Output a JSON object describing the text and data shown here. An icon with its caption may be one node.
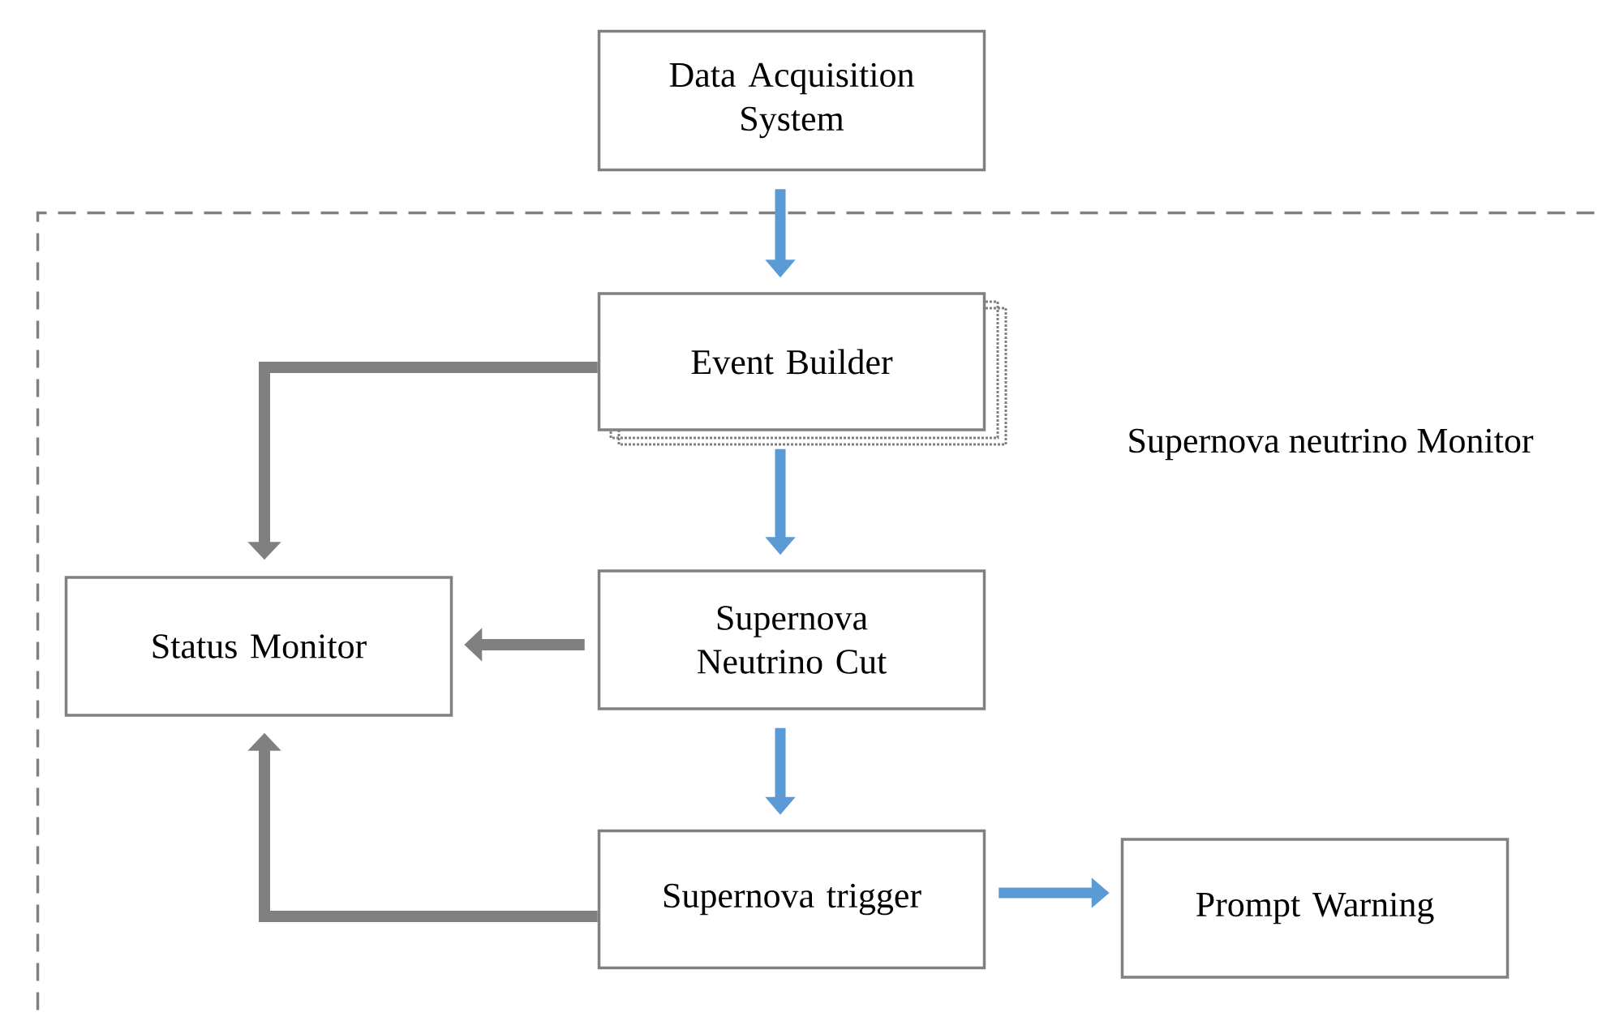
{
  "diagram": {
    "nodes": [
      {
        "text": [
          "Data Acquisition System"
        ]
      },
      {
        "text": [
          "Supernova neutrino Monitor"
        ]
      },
      {
        "text": [
          "Event Builder"
        ],
        "in": 1
      },
      {
        "text": [
          "Status Monitor"
        ],
        "in": 1
      },
      {
        "text": [
          "Supernova Neutrino Cut"
        ],
        "in": 1
      },
      {
        "text": [
          "Supernova trigger"
        ],
        "in": 1
      },
      {
        "text": [
          "Prompt Warning"
        ],
        "in": 1
      }
    ],
    "edges": [
      {
        "from": 0,
        "to": 2,
        "arrow": "to"
      },
      {
        "from": 2,
        "to": 3,
        "arrow": "to",
        "color": "#808080"
      },
      {
        "from": 2,
        "to": 4,
        "arrow": "to"
      },
      {
        "from": 4,
        "to": 3,
        "arrow": "to",
        "color": "#808080"
      },
      {
        "from": 4,
        "to": 5,
        "arrow": "to"
      },
      {
        "from": 5,
        "to": 3,
        "arrow": "to",
        "color": "#808080"
      },
      {
        "from": 5,
        "to": 6,
        "arrow": "to"
      }
    ]
  }
}
